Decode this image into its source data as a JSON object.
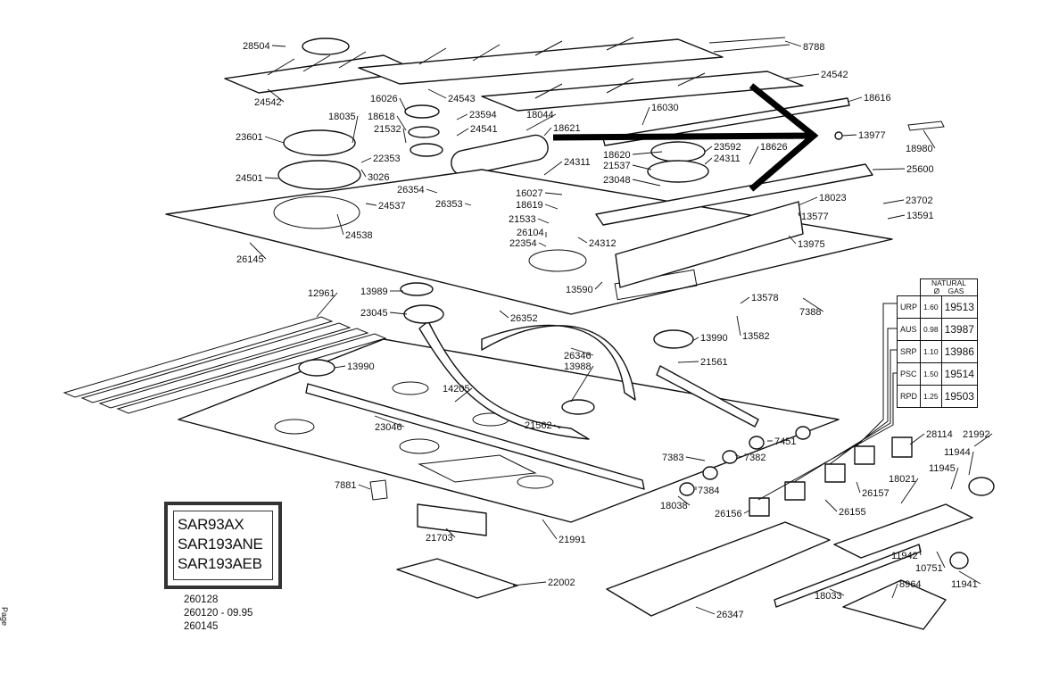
{
  "models": [
    "SAR93AX",
    "SAR193ANE",
    "SAR193AEB"
  ],
  "codes": [
    "260128",
    "260120 - 09.95",
    "260145"
  ],
  "gas_table": {
    "headers": [
      "NATURAL",
      "Ø",
      "GAS"
    ],
    "rows": [
      {
        "code": "URP",
        "dia": "1.60",
        "part": "19513"
      },
      {
        "code": "AUS",
        "dia": "0.98",
        "part": "13987"
      },
      {
        "code": "SRP",
        "dia": "1.10",
        "part": "13986"
      },
      {
        "code": "PSC",
        "dia": "1.50",
        "part": "19514"
      },
      {
        "code": "RPD",
        "dia": "1.25",
        "part": "19503"
      }
    ]
  },
  "part_labels": [
    "28504",
    "8788",
    "24542",
    "24542",
    "24543",
    "16026",
    "18616",
    "16030",
    "18035",
    "18618",
    "23594",
    "18044",
    "21532",
    "24541",
    "18621",
    "13977",
    "23601",
    "18980",
    "18620",
    "23592",
    "18626",
    "21537",
    "24311",
    "22353",
    "24311",
    "3026",
    "23048",
    "25600",
    "24501",
    "26354",
    "16027",
    "24537",
    "26353",
    "18619",
    "18023",
    "23702",
    "21533",
    "13577",
    "13591",
    "26104",
    "22354",
    "24312",
    "24538",
    "26145",
    "13975",
    "13590",
    "12961",
    "13989",
    "13578",
    "23045",
    "26352",
    "7388",
    "13582",
    "13990",
    "26346",
    "13988",
    "21561",
    "13990",
    "14205",
    "23046",
    "21562",
    "28114",
    "21992",
    "7451",
    "7383",
    "7382",
    "11944",
    "7384",
    "11945",
    "7881",
    "18038",
    "26156",
    "26155",
    "26157",
    "18021",
    "21703",
    "21991",
    "22002",
    "11942",
    "10751",
    "11941",
    "26347",
    "18033",
    "8964"
  ],
  "page_text": "Page"
}
